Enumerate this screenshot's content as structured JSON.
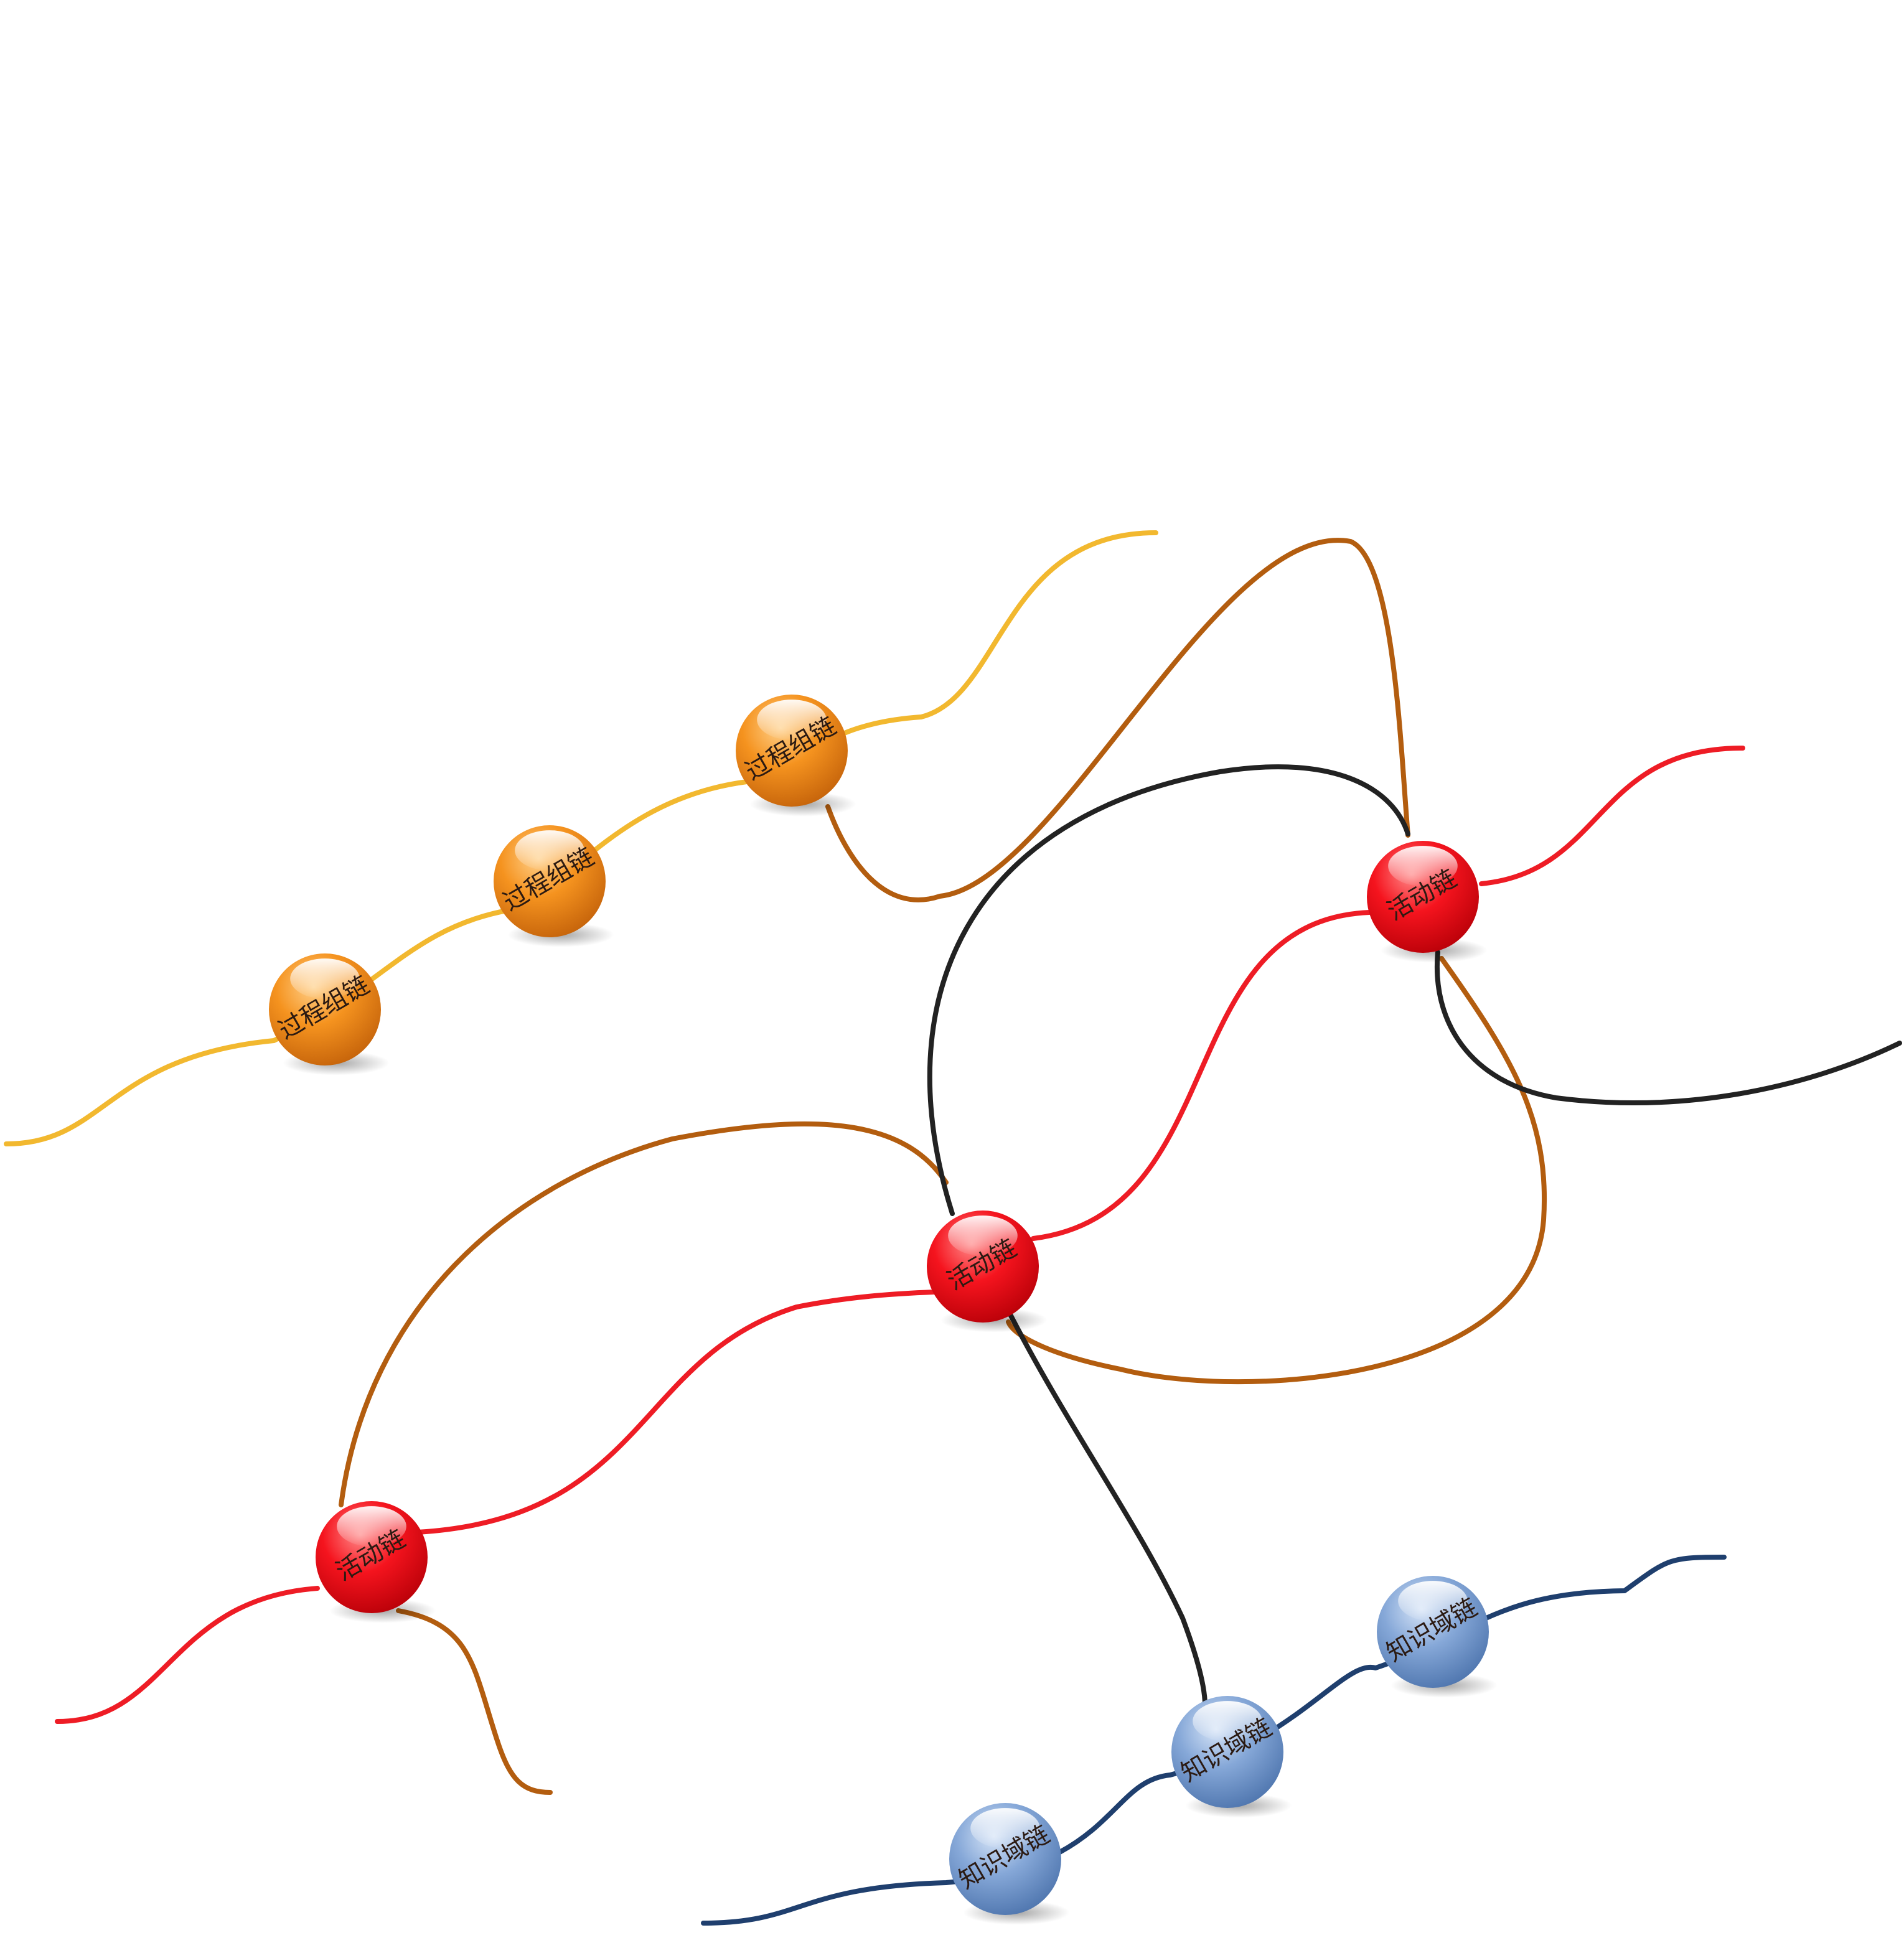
{
  "colors": {
    "background": "#ffffff",
    "process_line": "#f2b82f",
    "process_node": "#f08a1c",
    "activity_line": "#ee1c25",
    "activity_node": "#f01a22",
    "knowledge_line": "#1f3f6e",
    "knowledge_node": "#6f96cc",
    "brown_link": "#b35d0f",
    "black_link": "#222222"
  },
  "nodes": {
    "process_1": {
      "label": "过程组链",
      "kind": "process"
    },
    "process_2": {
      "label": "过程组链",
      "kind": "process"
    },
    "process_3": {
      "label": "过程组链",
      "kind": "process"
    },
    "activity_1": {
      "label": "活动链",
      "kind": "activity"
    },
    "activity_2": {
      "label": "活动链",
      "kind": "activity"
    },
    "activity_3": {
      "label": "活动链",
      "kind": "activity"
    },
    "knowledge_1": {
      "label": "知识域链",
      "kind": "knowledge"
    },
    "knowledge_2": {
      "label": "知识域链",
      "kind": "knowledge"
    },
    "knowledge_3": {
      "label": "知识域链",
      "kind": "knowledge"
    }
  }
}
